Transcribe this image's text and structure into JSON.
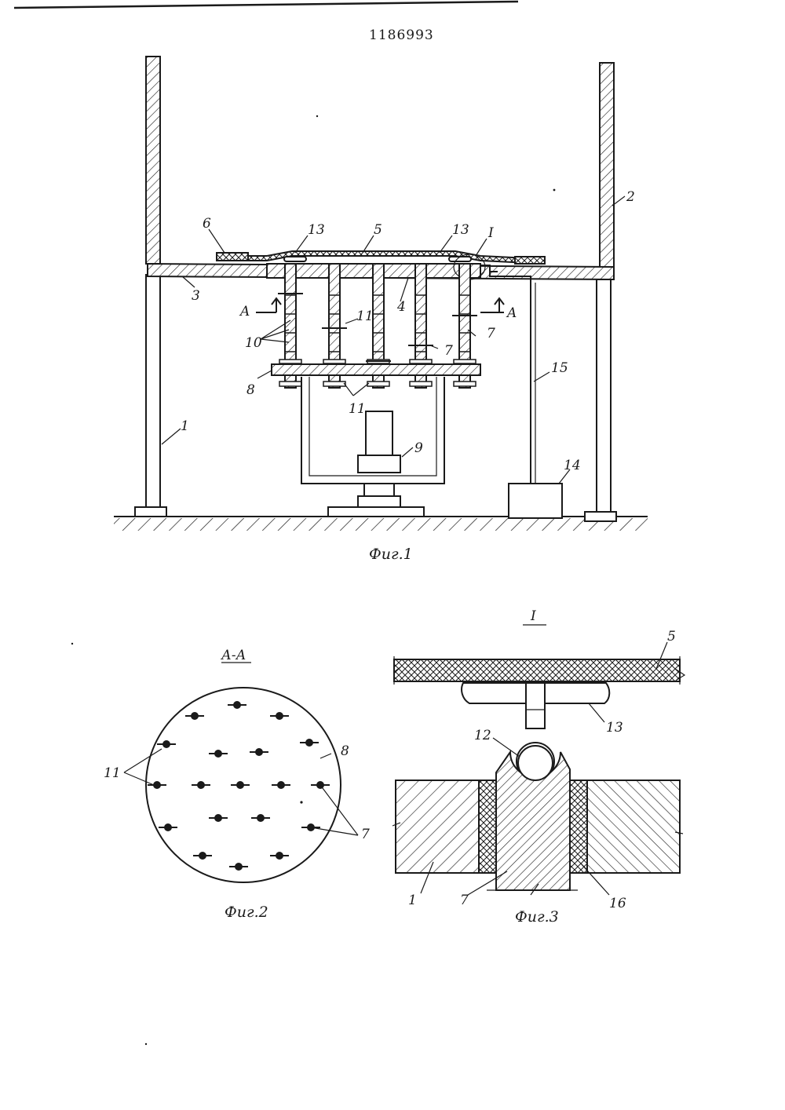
{
  "patent_number": "1186993",
  "figures": {
    "fig1": {
      "caption": "Фиг.1",
      "labels": {
        "frame_left": "1",
        "frame_right": "2",
        "base_plate": "3",
        "plate": "4",
        "membrane": "5",
        "clamp": "6",
        "rods": "7",
        "carrier": "8",
        "drive": "9",
        "bushings": "10",
        "nuts": "11",
        "pad_left": "13",
        "pad_right": "13",
        "detail_mark": "I",
        "control_unit": "14",
        "line": "15",
        "section_left": "A",
        "section_right": "A",
        "rod_7_center": "7",
        "rod_11_center": "11",
        "nuts_bottom": "11"
      }
    },
    "fig2": {
      "title": "А-А",
      "caption": "Фиг.2",
      "labels": {
        "carrier": "8",
        "nuts": "11",
        "rods": "7"
      }
    },
    "fig3": {
      "title": "I",
      "caption": "Фиг.3",
      "labels": {
        "membrane": "5",
        "ball_joint": "12",
        "pad": "13",
        "plate": "1",
        "rod": "7",
        "bushing": "16"
      }
    }
  }
}
